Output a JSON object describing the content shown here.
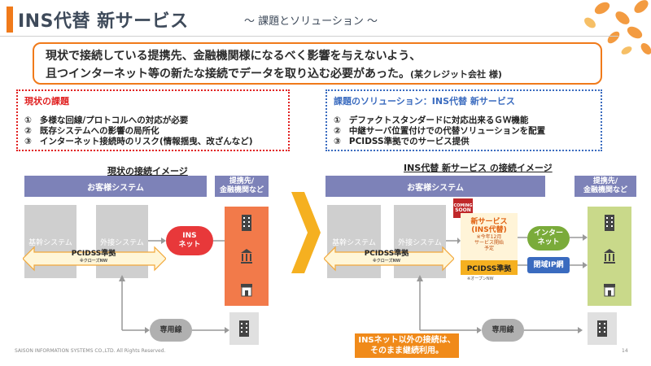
{
  "header": {
    "title": "INS代替 新サービス",
    "subtitle": "～ 課題とソリューション ～"
  },
  "summary": {
    "line1": "現状で接続している提携先、金融機関様になるべく影響を与えないよう、",
    "line2": "且つインターネット等の新たな接続でデータを取り込む必要があった。",
    "note": "(某クレジット会社 様)"
  },
  "issues": {
    "heading": "現状の課題",
    "items": [
      {
        "num": "①",
        "text": "多様な回線/プロトコルへの対応が必要"
      },
      {
        "num": "②",
        "text": "既存システムへの影響の局所化"
      },
      {
        "num": "③",
        "text": "インターネット接続時のリスク(情報揺曳、改ざんなど)"
      }
    ]
  },
  "solutions": {
    "heading": "課題のソリューション：INS代替 新サービス",
    "items": [
      {
        "num": "①",
        "text": "デファクトスタンダードに対応出来るＧＷ機能"
      },
      {
        "num": "②",
        "text": "中継サーバ位置付けでの代替ソリューションを配置"
      },
      {
        "num": "③",
        "text": "PCIDSS準拠でのサービス提供"
      }
    ]
  },
  "current": {
    "title": "現状の接続イメージ",
    "customer_system": "お客様システム",
    "partner": "提携先/\n金融機関など",
    "core": "基幹システム",
    "external": "外接システム",
    "ins_net": "INS\nネット",
    "pcidss": "PCIDSS準拠",
    "pcidss_note": "※クローズNW",
    "dedicated": "専用線"
  },
  "future": {
    "title": "INS代替 新サービス の接続イメージ",
    "customer_system": "お客様システム",
    "partner": "提携先/\n金融機関など",
    "core": "基幹システム",
    "external": "外接システム",
    "coming_soon_1": "COMING",
    "coming_soon_2": "SOON",
    "new_service": "新サービス",
    "new_service_sub": "(INS代替)",
    "new_service_note1": "※今年12月",
    "new_service_note2": "サービス開始",
    "new_service_note3": "予定",
    "pcidss": "PCIDSS準拠",
    "pcidss_note": "※クローズNW",
    "pcidss_new": "PCIDSS準拠",
    "pcidss_new_note": "※オープンNW",
    "internet": "インター\nネット",
    "closed_ip": "閉域IP網",
    "dedicated": "専用線",
    "callout": "INSネット以外の接続は、\nそのまま継続利用。"
  },
  "footer": {
    "company": "SAISON INFORMATION SYSTEMS CO.,LTD.  All Rights Reserved.",
    "page": "14"
  },
  "colors": {
    "accent": "#f07a1a",
    "issue": "#e02020",
    "solution": "#3a6bbf",
    "system_bar": "#7d82b8",
    "partner_current": "#f27a4a",
    "partner_future": "#c9d98a",
    "ins_pill": "#e8383a",
    "internet_pill": "#7aab3a"
  },
  "icons": [
    "building-icon",
    "bank-icon",
    "shop-icon",
    "chevron-right-icon"
  ]
}
